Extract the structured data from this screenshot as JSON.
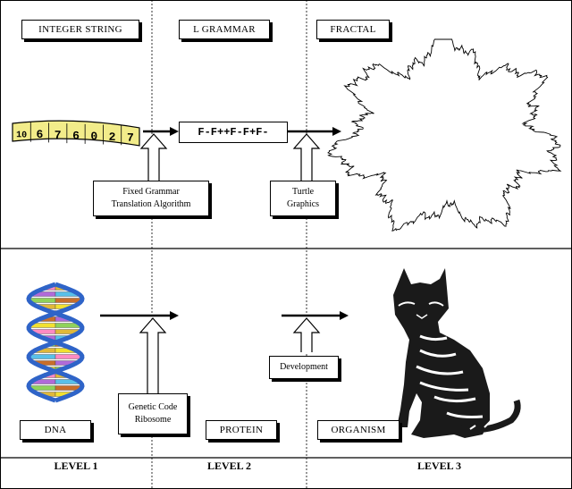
{
  "top_row": {
    "integer_string_label": "INTEGER STRING",
    "l_grammar_label": "L GRAMMAR",
    "fractal_label": "FRACTAL",
    "digits": [
      "10",
      "6",
      "7",
      "6",
      "0",
      "2",
      "7"
    ],
    "grammar_string": "F-F++F-F+F-",
    "translation_note": [
      "Fixed Grammar",
      "Translation Algorithm"
    ],
    "turtle_note": [
      "Turtle",
      "Graphics"
    ]
  },
  "bottom_row": {
    "dna_label": "DNA",
    "protein_label": "PROTEIN",
    "organism_label": "ORGANISM",
    "ribosome_note": [
      "Genetic Code",
      "Ribosome"
    ],
    "development_note": [
      "Development"
    ]
  },
  "levels": [
    "LEVEL 1",
    "LEVEL 2",
    "LEVEL 3"
  ],
  "colors": {
    "tape": "#f2ec8a",
    "dna_strand": "#2f64c8",
    "rung_colors": [
      "#ff8ac2",
      "#b06ad8",
      "#8fd25a",
      "#e0b83a",
      "#58c0e8",
      "#c86e2a",
      "#f2e030"
    ]
  }
}
